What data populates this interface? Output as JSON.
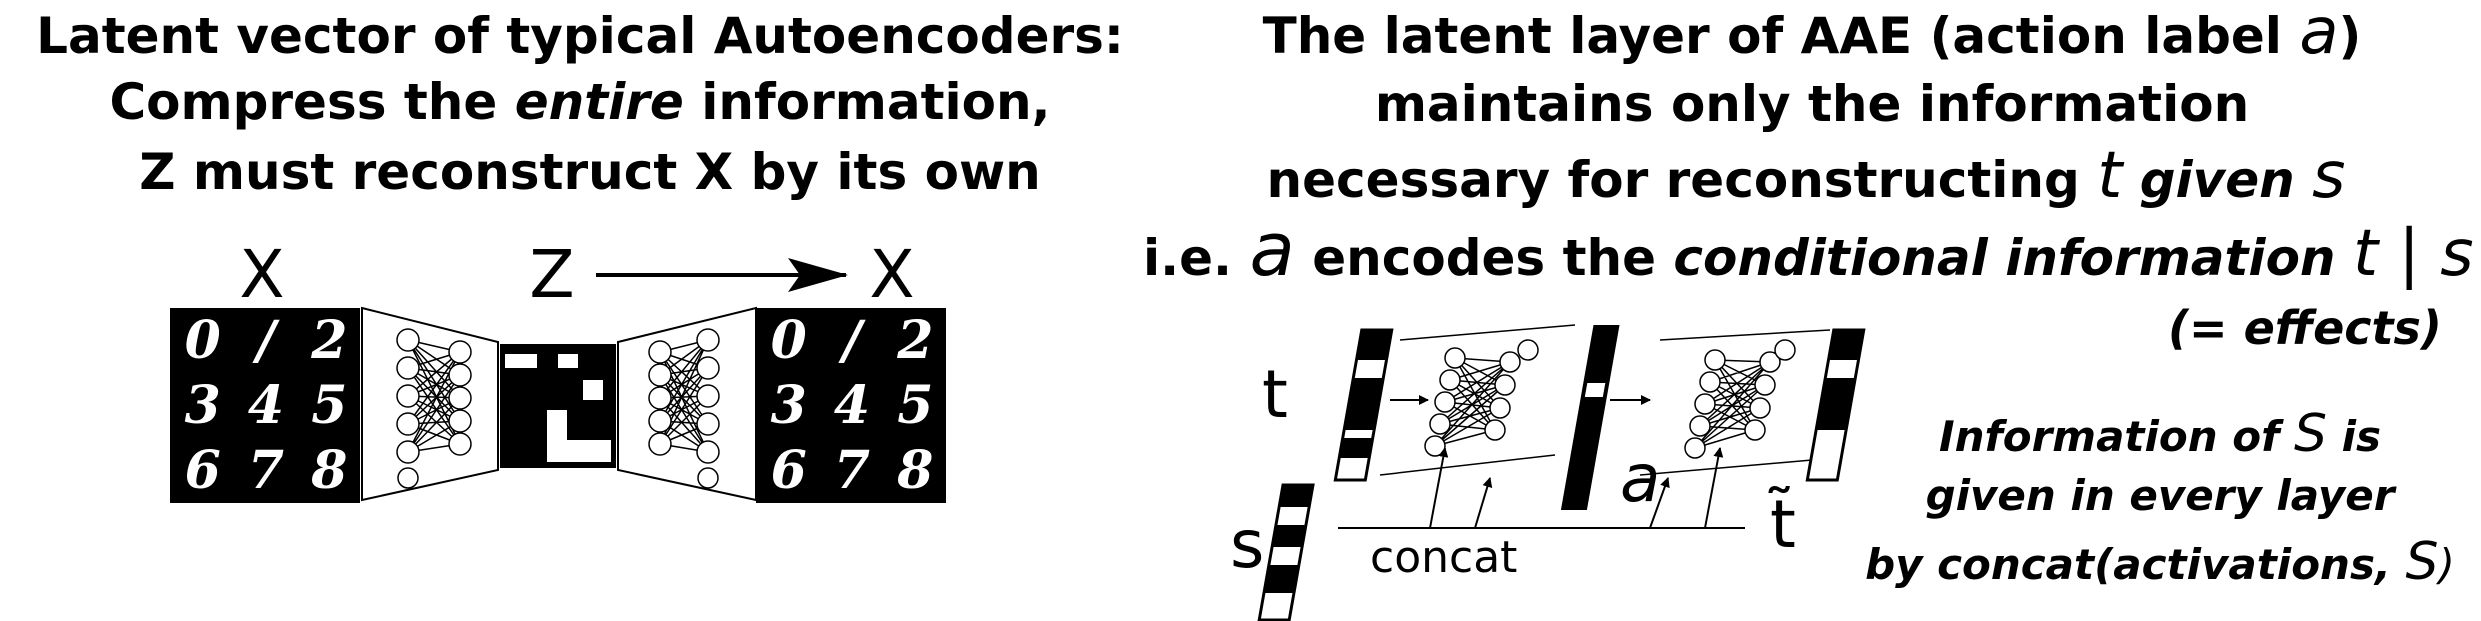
{
  "left": {
    "heading": {
      "line1": "Latent vector of typical Autoencoders:",
      "line2_pre": "Compress the ",
      "line2_em": "entire",
      "line2_post": " information,",
      "line3": "Z must reconstruct X by its own"
    },
    "labels": {
      "input": "X",
      "latent": "Z",
      "output": "X"
    },
    "digits": [
      "0",
      "/",
      "2",
      "3",
      "4",
      "5",
      "6",
      "7",
      "8"
    ]
  },
  "right": {
    "heading": {
      "line1": "The latent layer of AAE (action label ",
      "line1_var": "a",
      "line1_end": ")",
      "line2": "maintains only the information",
      "line3_pre": "necessary for reconstructing ",
      "line3_t": "t",
      "line3_given": " given ",
      "line3_s": "s",
      "line4_pre": "i.e. ",
      "line4_a": "a",
      "line4_mid": " encodes the ",
      "line4_em": "conditional information ",
      "line4_cond": "t | s",
      "line5": "(= effects)"
    },
    "labels": {
      "t": "t",
      "s": "s",
      "a": "a",
      "t_tilde": "t̃",
      "concat": "concat"
    },
    "note": {
      "line1_pre": "Information of ",
      "line1_s": "S",
      "line1_post": " is",
      "line2": "given in every layer",
      "line3_pre": "by concat(activations, ",
      "line3_s": "S",
      "line3_post": ")"
    }
  }
}
